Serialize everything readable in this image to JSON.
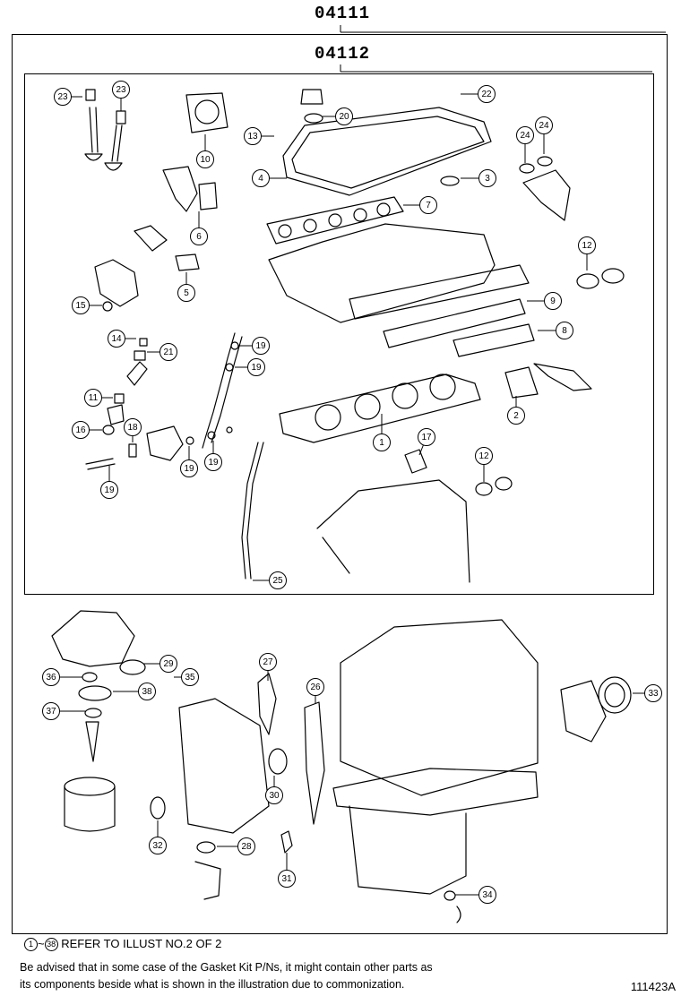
{
  "header": {
    "kit_outer": "04111",
    "kit_inner": "04112"
  },
  "footer": {
    "ref_from": "1",
    "ref_to": "38",
    "ref_tilde": "~",
    "ref_text": "REFER TO ILLUST NO.2 OF 2",
    "advice_line1": "Be advised that in some case of the Gasket Kit P/Ns,  it might contain other parts as",
    "advice_line2": "its components beside what is shown in the illustration due to commonization.",
    "illustration_code": "111423A"
  },
  "callouts": [
    "23",
    "23",
    "10",
    "13",
    "20",
    "22",
    "4",
    "3",
    "24",
    "24",
    "6",
    "7",
    "5",
    "12",
    "15",
    "9",
    "8",
    "14",
    "21",
    "19",
    "19",
    "11",
    "2",
    "16",
    "18",
    "1",
    "17",
    "19",
    "19",
    "12",
    "19",
    "25",
    "29",
    "36",
    "35",
    "38",
    "27",
    "26",
    "33",
    "37",
    "30",
    "32",
    "28",
    "31",
    "34"
  ]
}
